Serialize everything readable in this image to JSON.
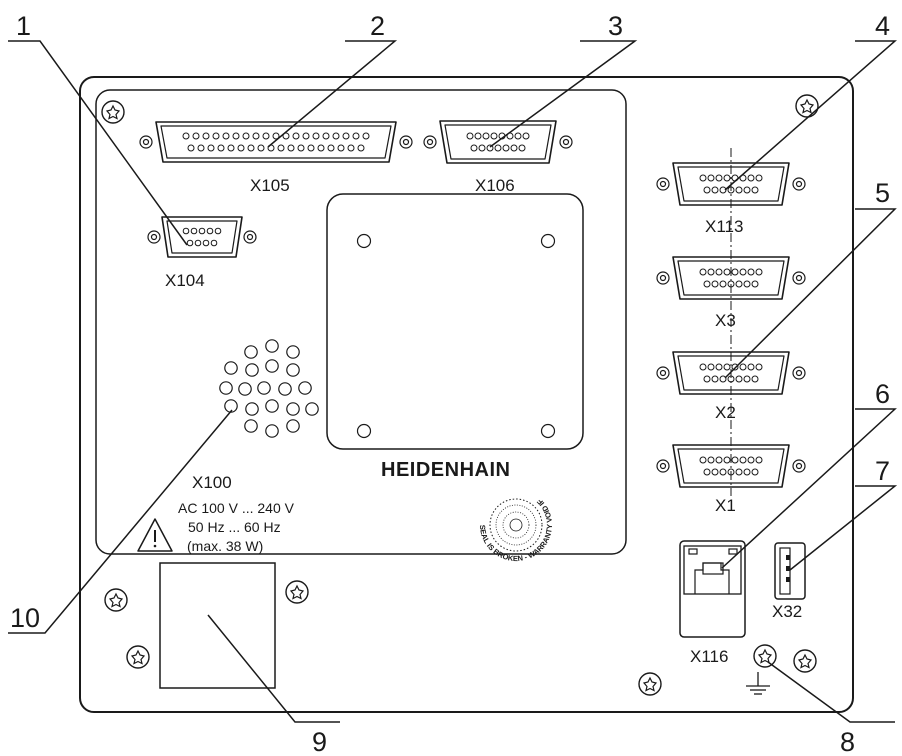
{
  "callouts": [
    "1",
    "2",
    "3",
    "4",
    "5",
    "6",
    "7",
    "8",
    "9",
    "10"
  ],
  "connectors": {
    "x104": "X104",
    "x105": "X105",
    "x106": "X106",
    "x113": "X113",
    "x3": "X3",
    "x2": "X2",
    "x1": "X1",
    "x116": "X116",
    "x32": "X32"
  },
  "power": {
    "label": "X100",
    "voltage": "AC 100 V ... 240 V",
    "frequency": "50 Hz ... 60 Hz",
    "max": "(max. 38 W)"
  },
  "brand": "HEIDENHAIN",
  "seal_text": "SEAL IS BROKEN - WARRANTY VOID IF",
  "icons": [
    "screw-icon",
    "warning-icon",
    "ground-icon",
    "rj45-icon",
    "usb-icon",
    "speaker-grille-icon"
  ]
}
